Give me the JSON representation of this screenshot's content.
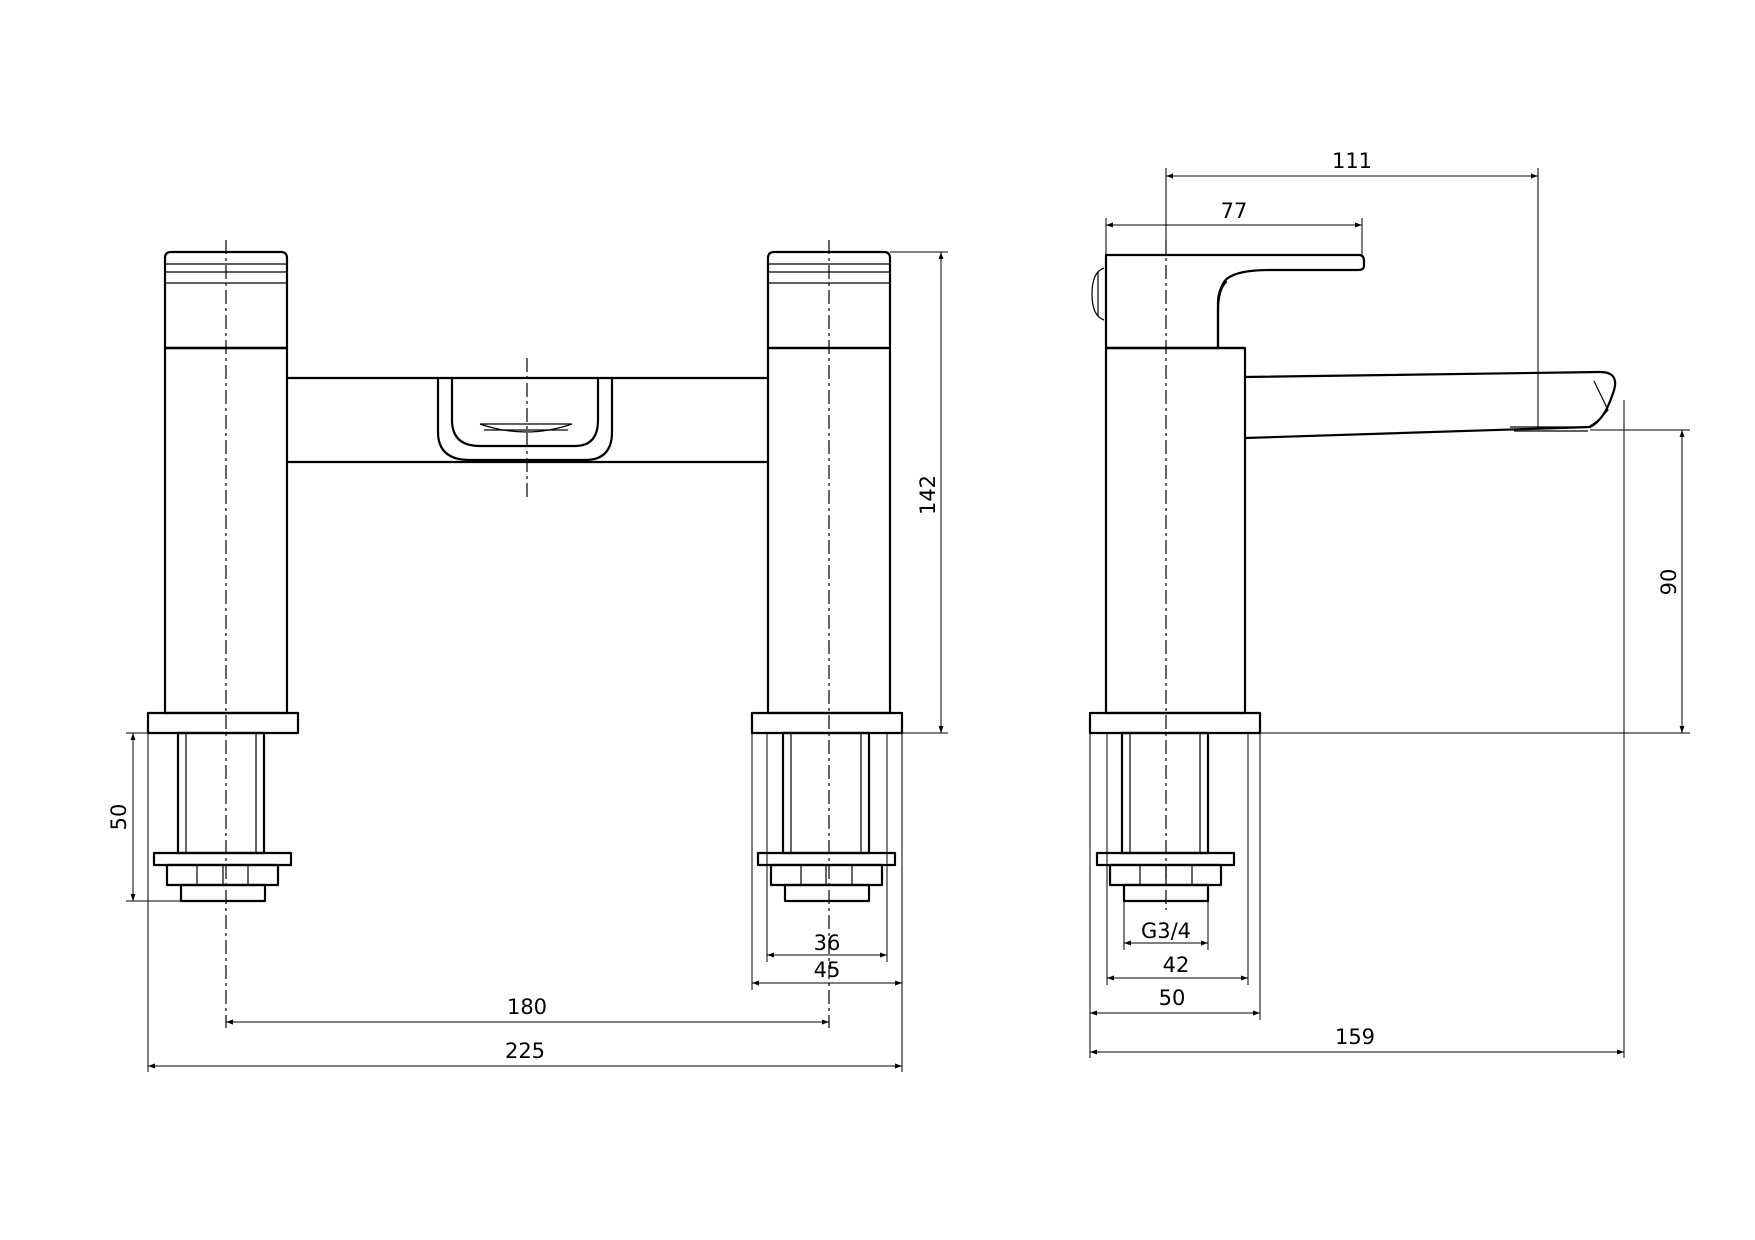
{
  "diagram": {
    "views": [
      "front-view",
      "side-view"
    ],
    "dimensions": {
      "overall_height": "142",
      "tail_length": "50",
      "centres": "180",
      "overall_width": "225",
      "base_inner_width": "36",
      "base_outer_width": "45",
      "spout_reach": "111",
      "handle_reach": "77",
      "spout_height": "90",
      "thread": "G3/4",
      "side_base_inner": "42",
      "side_base_outer": "50",
      "overall_depth": "159"
    }
  }
}
